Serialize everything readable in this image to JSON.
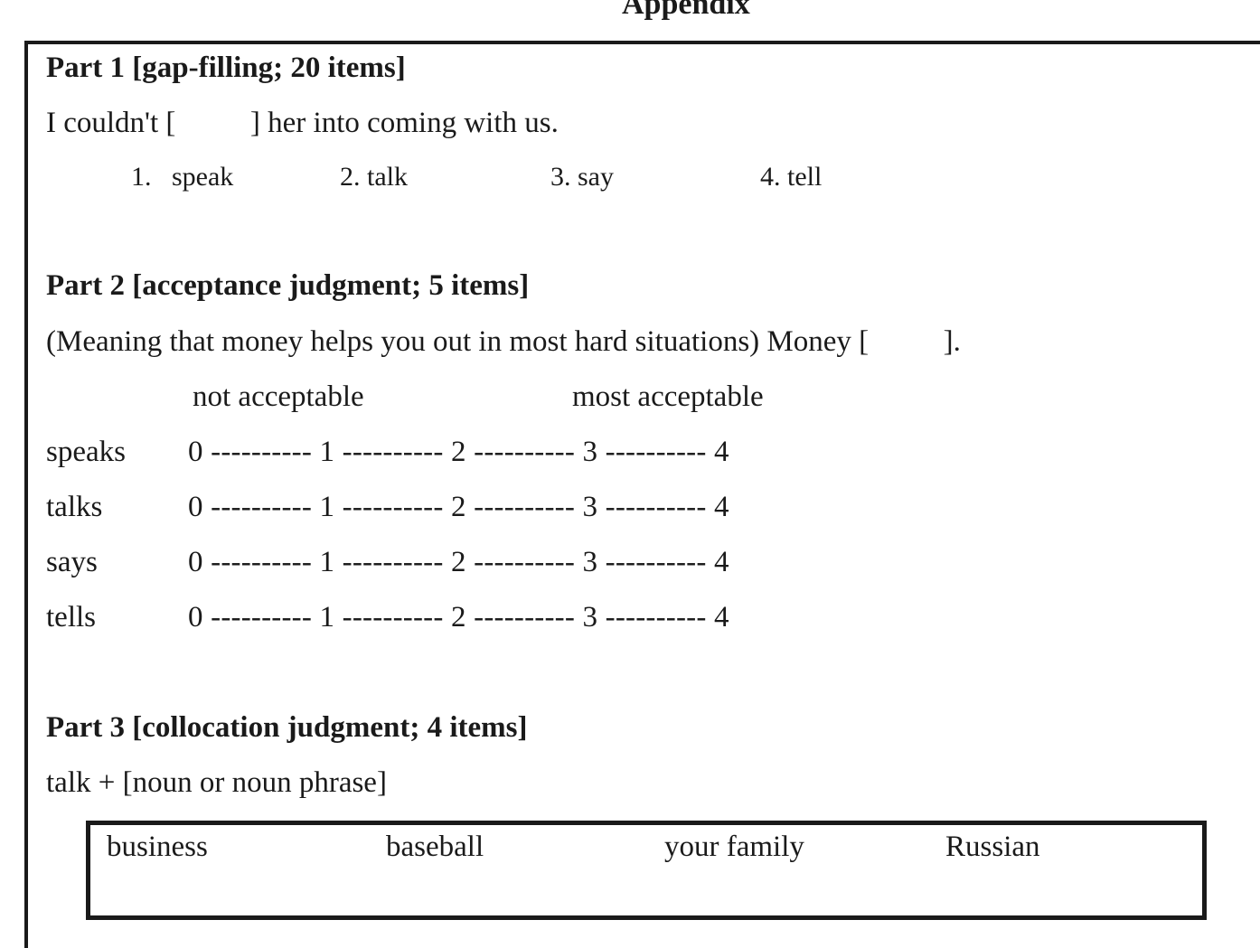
{
  "document": {
    "title": "Appendix",
    "part1": {
      "heading": "Part 1 [gap-filling; 20 items]",
      "item": "I couldn't [          ] her into coming with us.",
      "options": [
        "1.",
        "speak",
        "2. talk",
        "3. say",
        "4. tell"
      ]
    },
    "part2": {
      "heading": "Part 2 [acceptance judgment; 5 items]",
      "item": "(Meaning that money helps you out in most hard situations) Money [          ].",
      "scale_low": "not acceptable",
      "scale_high": "most acceptable",
      "rows": [
        {
          "word": "speaks",
          "scale": "0 ---------- 1 ---------- 2 ---------- 3 ---------- 4"
        },
        {
          "word": "talks",
          "scale": "0 ---------- 1 ---------- 2 ---------- 3 ---------- 4"
        },
        {
          "word": "says",
          "scale": "0 ---------- 1 ---------- 2 ---------- 3 ---------- 4"
        },
        {
          "word": "tells",
          "scale": "0 ---------- 1 ---------- 2 ---------- 3 ---------- 4"
        }
      ]
    },
    "part3": {
      "heading": "Part 3 [collocation judgment; 4 items]",
      "item": "talk + [noun or noun phrase]",
      "choices": [
        "business",
        "baseball",
        "your family",
        "Russian"
      ]
    }
  }
}
